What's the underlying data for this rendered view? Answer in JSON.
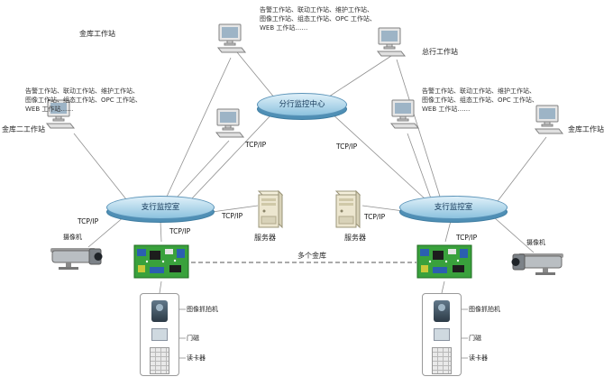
{
  "diagram": {
    "clouds": {
      "top": "分行监控中心",
      "left": "支行监控室",
      "right": "支行监控室"
    },
    "labels": {
      "tcpip": "TCP/IP",
      "vaults": "多个金库",
      "camera_left": "摄像机",
      "camera_right": "摄像机",
      "server_left": "服务器",
      "server_right": "服务器",
      "ws_top_left": "金库工作站",
      "ws_top_right": "总行工作站",
      "ws_far_left": "金库二工作站",
      "ws_far_right": "金库工作站"
    },
    "notes": {
      "top": "告警工作站、联动工作站、维护工作站、图像工作站、组态工作站、OPC 工作站、WEB 工作站……",
      "left": "告警工作站、联动工作站、维护工作站、图像工作站、组态工作站、OPC 工作站、WEB 工作站……",
      "right": "告警工作站、联动工作站、维护工作站、图像工作站、组态工作站、OPC 工作站、WEB 工作站……"
    },
    "door_unit": {
      "left_labels": [
        "图像抓拍机",
        "门磁",
        "读卡器"
      ],
      "right_labels": [
        "图像抓拍机",
        "门磁",
        "读卡器"
      ]
    }
  }
}
